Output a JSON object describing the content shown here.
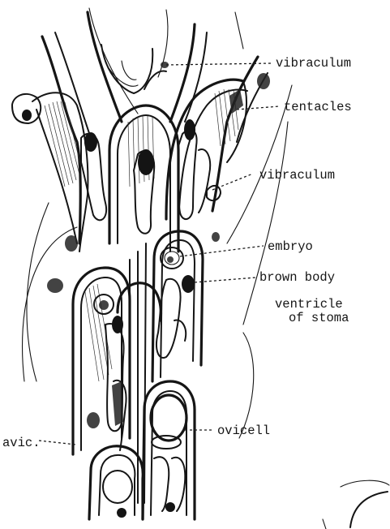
{
  "labels": {
    "vibraculum_top": "vibraculum",
    "tentacles": "tentacles",
    "vibraculum_mid": "vibraculum",
    "embryo": "embryo",
    "brown_body": "brown body",
    "ventricle_line1": "ventricle",
    "ventricle_line2": "of stoma",
    "ovicell": "ovicell",
    "avic": "avic."
  }
}
